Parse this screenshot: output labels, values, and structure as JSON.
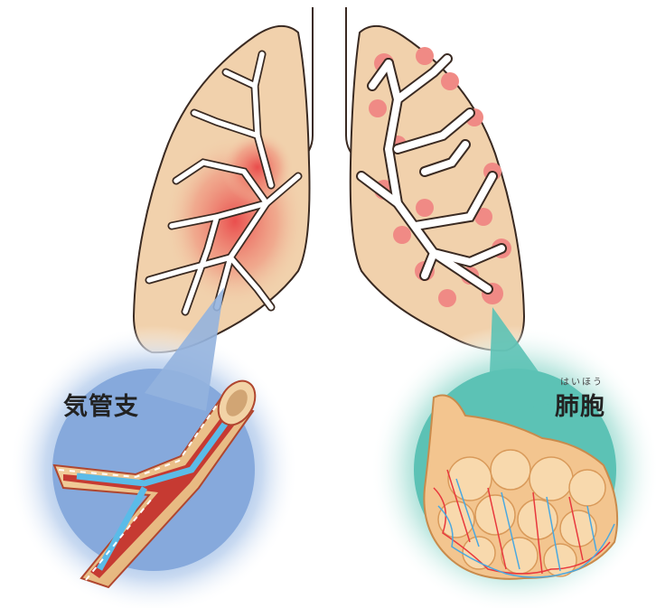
{
  "labels": {
    "bronchi": "気管支",
    "alveoli": "肺胞",
    "alveoli_reading": "はいほう"
  },
  "colors": {
    "lung_fill": "#f1d1ac",
    "lung_outline": "#3a2a22",
    "inflammation": "#e8383d",
    "bronchi_circle": "#8fb1df",
    "alveoli_circle": "#5fc4b7",
    "vessel_blue": "#4aa8e0",
    "alveoli_tissue": "#f3c58f"
  }
}
